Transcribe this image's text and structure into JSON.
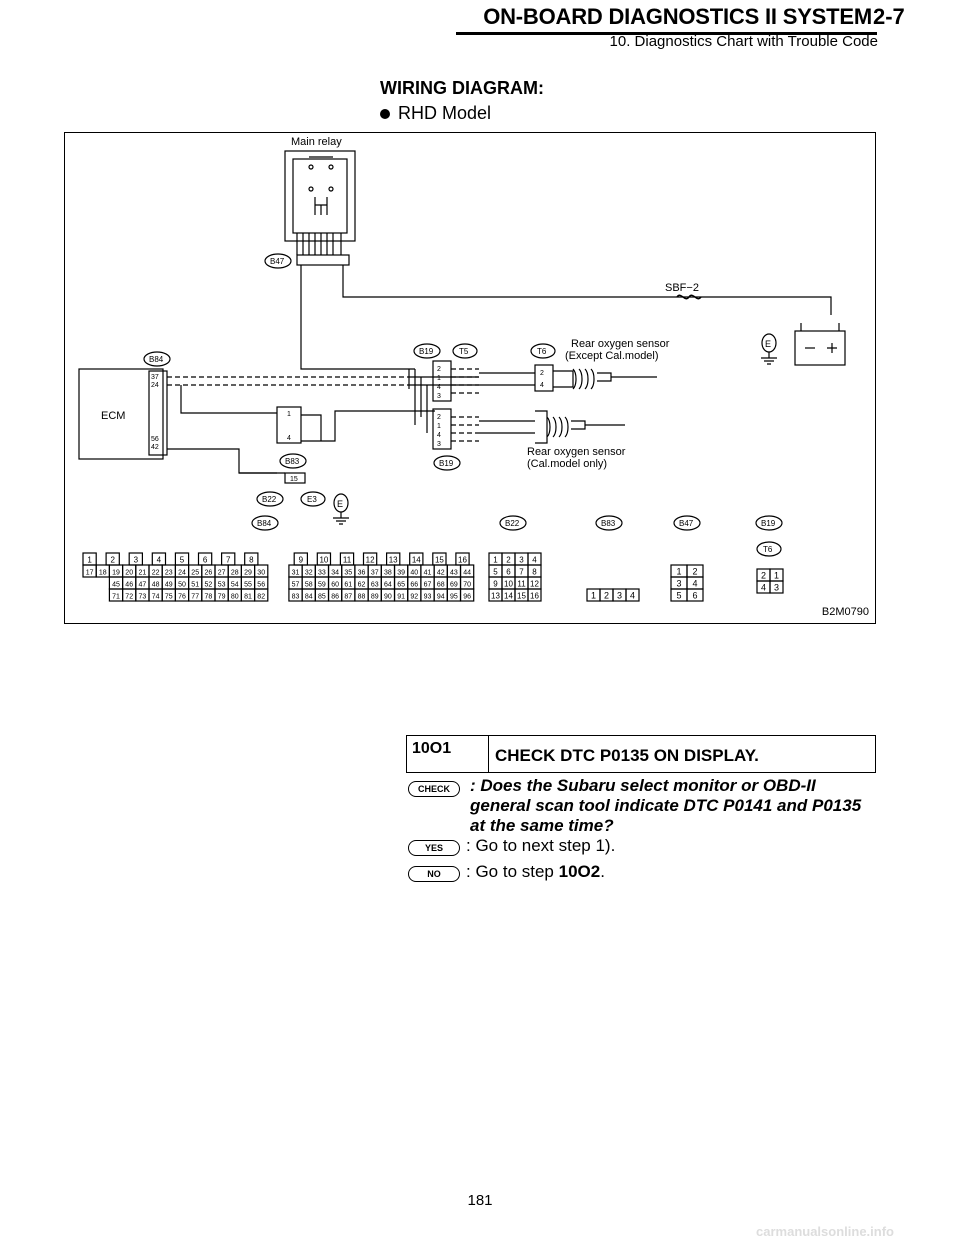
{
  "header": {
    "title": "ON-BOARD DIAGNOSTICS II SYSTEM",
    "chapter": "2-7",
    "subtitle": "10. Diagnostics Chart with Trouble Code"
  },
  "diagram": {
    "heading": "WIRING DIAGRAM:",
    "model": "RHD Model",
    "figure_code": "B2M0790",
    "labels": {
      "main_relay": "Main relay",
      "fuse": "SBF−2",
      "rear_o2_except": "Rear oxygen sensor",
      "rear_o2_except_note": "(Except Cal.model)",
      "rear_o2_cal": "Rear oxygen sensor",
      "rear_o2_cal_note": "(Cal.model only)",
      "ecm": "ECM",
      "ground": "E",
      "e3": "E3"
    },
    "connectors": {
      "b47": "B47",
      "b84": "B84",
      "b19": "B19",
      "t5": "T5",
      "t6": "T6",
      "b83": "B83",
      "b22": "B22"
    },
    "ecm_pins": [
      "37",
      "24",
      "56",
      "42"
    ],
    "b83_pins": [
      "1",
      "4"
    ],
    "b83_terminal": "15",
    "t6_pins": [
      "2",
      "4"
    ],
    "b19_top_pins": [
      "2",
      "1",
      "4",
      "3"
    ],
    "b19_bot_pins": [
      "2",
      "1",
      "4",
      "3"
    ],
    "b84_face": [
      [
        "1",
        "2",
        "3",
        "4",
        "5",
        "6",
        "7",
        "8",
        "9",
        "10",
        "11",
        "12",
        "13",
        "14",
        "15",
        "16"
      ],
      [
        "17",
        "18",
        "19",
        "20",
        "21",
        "22",
        "23",
        "24",
        "25",
        "26",
        "27",
        "28",
        "29",
        "30",
        "31",
        "32",
        "33",
        "34",
        "35",
        "36",
        "37",
        "38",
        "39",
        "40",
        "41",
        "42",
        "43",
        "44"
      ],
      [
        "45",
        "46",
        "47",
        "48",
        "49",
        "50",
        "51",
        "52",
        "53",
        "54",
        "55",
        "56",
        "57",
        "58",
        "59",
        "60",
        "61",
        "62",
        "63",
        "64",
        "65",
        "66",
        "67",
        "68",
        "69",
        "70"
      ],
      [
        "71",
        "72",
        "73",
        "74",
        "75",
        "76",
        "77",
        "78",
        "79",
        "80",
        "81",
        "82",
        "83",
        "84",
        "85",
        "86",
        "87",
        "88",
        "89",
        "90",
        "91",
        "92",
        "93",
        "94",
        "95",
        "96"
      ]
    ],
    "b22_face": [
      [
        "1",
        "2",
        "3",
        "4"
      ],
      [
        "5",
        "6",
        "7",
        "8"
      ],
      [
        "9",
        "10",
        "11",
        "12"
      ],
      [
        "13",
        "14",
        "15",
        "16"
      ]
    ],
    "b83_face": [
      "1",
      "2",
      "3",
      "4"
    ],
    "b47_face": [
      [
        "1",
        "2"
      ],
      [
        "3",
        "4"
      ],
      [
        "5",
        "6"
      ]
    ],
    "b19_face": [
      [
        "2",
        "1"
      ],
      [
        "4",
        "3"
      ]
    ]
  },
  "step": {
    "number": "10O1",
    "title": "CHECK DTC P0135 ON DISPLAY.",
    "check_tag": "CHECK",
    "check_question": ": Does the Subaru select monitor or OBD-II general scan tool indicate DTC P0141 and P0135 at the same time?",
    "yes_tag": "YES",
    "yes_text": ": Go to next step 1).",
    "no_tag": "NO",
    "no_prefix": ": Go to step ",
    "no_target": "10O2",
    "no_suffix": "."
  },
  "page_number": "181",
  "watermark": "carmanualsonline.info"
}
